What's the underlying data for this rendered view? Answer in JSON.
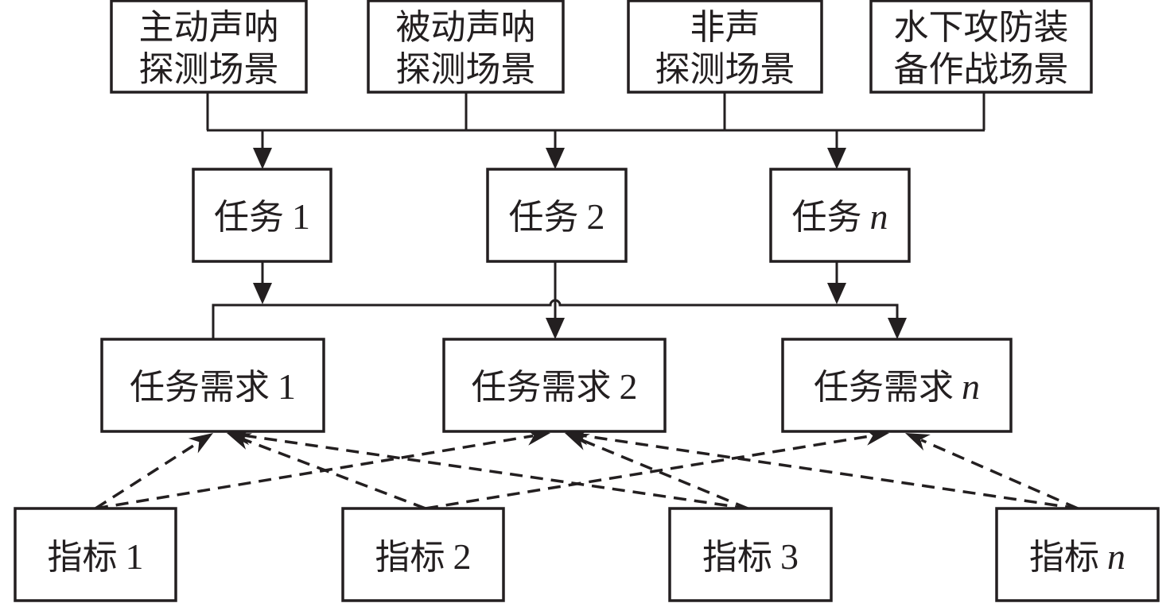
{
  "scenarios": [
    {
      "lines": [
        "主动声呐",
        "探测场景"
      ]
    },
    {
      "lines": [
        "被动声呐",
        "探测场景"
      ]
    },
    {
      "lines": [
        "非声",
        "探测场景"
      ]
    },
    {
      "lines": [
        "水下攻防装",
        "备作战场景"
      ]
    }
  ],
  "tasks": [
    {
      "prefix": "任务",
      "suffix": "1",
      "suffix_italic": false
    },
    {
      "prefix": "任务",
      "suffix": "2",
      "suffix_italic": false
    },
    {
      "prefix": "任务",
      "suffix": "n",
      "suffix_italic": true
    }
  ],
  "requirements": [
    {
      "prefix": "任务需求",
      "suffix": "1",
      "suffix_italic": false
    },
    {
      "prefix": "任务需求",
      "suffix": "2",
      "suffix_italic": false
    },
    {
      "prefix": "任务需求",
      "suffix": "n",
      "suffix_italic": true
    }
  ],
  "indicators": [
    {
      "prefix": "指标",
      "suffix": "1",
      "suffix_italic": false
    },
    {
      "prefix": "指标",
      "suffix": "2",
      "suffix_italic": false
    },
    {
      "prefix": "指标",
      "suffix": "3",
      "suffix_italic": false
    },
    {
      "prefix": "指标",
      "suffix": "n",
      "suffix_italic": true
    }
  ],
  "edges": {
    "scenarios_to_tasks": "all scenarios merge into a shared bus feeding every task",
    "tasks_to_requirements": "all tasks merge into a shared bus feeding every task requirement",
    "indicator_links": [
      {
        "from": "indicators.0",
        "to": [
          "requirements.0",
          "requirements.1"
        ]
      },
      {
        "from": "indicators.1",
        "to": [
          "requirements.0",
          "requirements.2"
        ]
      },
      {
        "from": "indicators.2",
        "to": [
          "requirements.0",
          "requirements.1"
        ]
      },
      {
        "from": "indicators.3",
        "to": [
          "requirements.1",
          "requirements.2"
        ]
      }
    ]
  },
  "colors": {
    "stroke": "#231f20",
    "background": "#ffffff"
  }
}
